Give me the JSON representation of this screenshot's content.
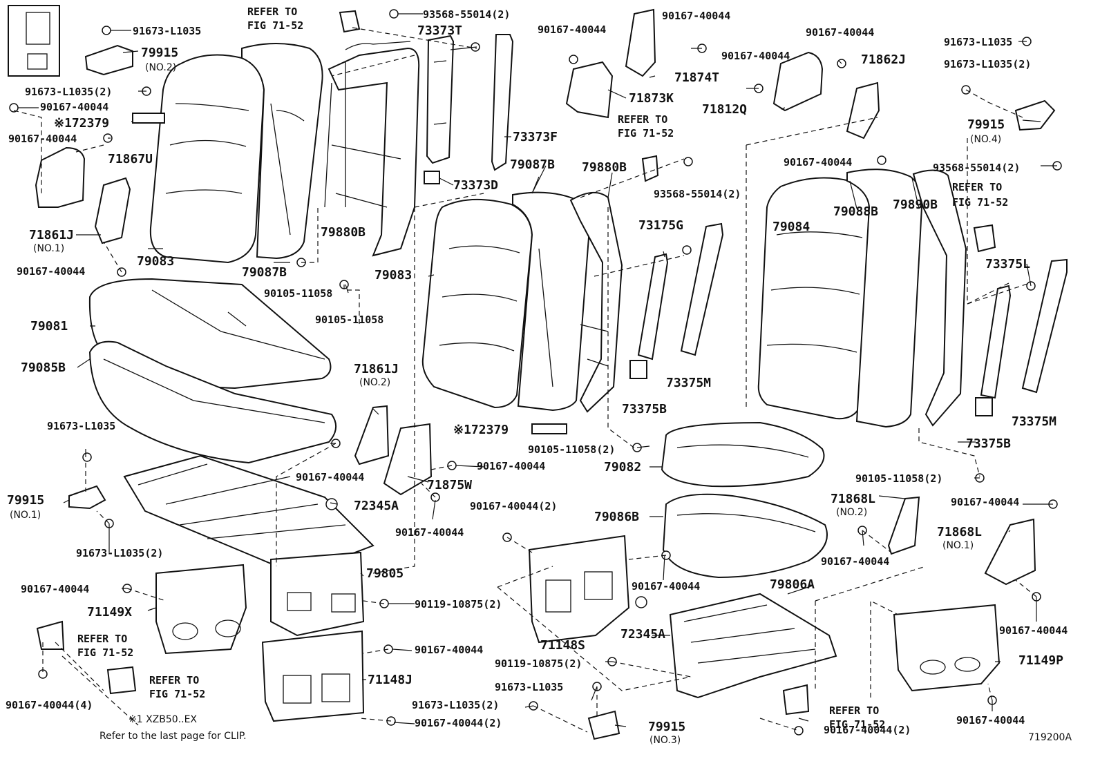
{
  "figure_id": "719200A",
  "footnote": {
    "line1": "※1 XZB50..EX",
    "line2": "Refer to the last page for CLIP."
  },
  "labels": {
    "refer_top": {
      "line1": "REFER TO",
      "line2": "FIG 71-52"
    },
    "refer_mid": {
      "line1": "REFER TO",
      "line2": "FIG 71-52"
    },
    "refer_right": {
      "line1": "REFER TO",
      "line2": "FIG 71-52"
    },
    "refer_bl1": {
      "line1": "REFER TO",
      "line2": "FIG 71-52"
    },
    "refer_bl2": {
      "line1": "REFER TO",
      "line2": "FIG 71-52"
    },
    "refer_br": {
      "line1": "REFER TO",
      "line2": "FIG 71-52"
    },
    "p93568_top": "93568-55014(2)",
    "p93568_2": "93568-55014(2)",
    "p91673_tl": "91673-L1035",
    "p91673_l2": "91673-L1035(2)",
    "p91673_2": "91673-L1035(2)",
    "p90167": "90167-40044",
    "p90167_2": "90167-40044(2)",
    "p90167_4": "90167-40044(4)",
    "p90105": "90105-11058",
    "p90105_2": "90105-11058(2)",
    "p90119_2": "90119-10875(2)",
    "p73373T": "73373T",
    "p73373F": "73373F",
    "p73373D": "73373D",
    "p79915": "79915",
    "p79915_no2": "79915",
    "no1": "(NO.1)",
    "no2": "(NO.2)",
    "no3": "(NO.3)",
    "no4": "(NO.4)",
    "p172379": "※172379",
    "p71867U": "71867U",
    "p71861J": "71861J",
    "p79083": "79083",
    "p79087B": "79087B",
    "p79880B": "79880B",
    "p79081": "79081",
    "p79085B": "79085B",
    "p71874T": "71874T",
    "p71873K": "71873K",
    "p73175G": "73175G",
    "p73375M": "73375M",
    "p73375B": "73375B",
    "p73375L": "73375L",
    "p71862J": "71862J",
    "p71812Q": "71812Q",
    "p79088B": "79088B",
    "p79890B": "79890B",
    "p79084": "79084",
    "p79082": "79082",
    "p79086B": "79086B",
    "p71875W": "71875W",
    "p72345A": "72345A",
    "p71868L": "71868L",
    "p79805": "79805",
    "p79806A": "79806A",
    "p71149X": "71149X",
    "p71148S": "71148S",
    "p71148J": "71148J",
    "p71149P": "71149P"
  }
}
